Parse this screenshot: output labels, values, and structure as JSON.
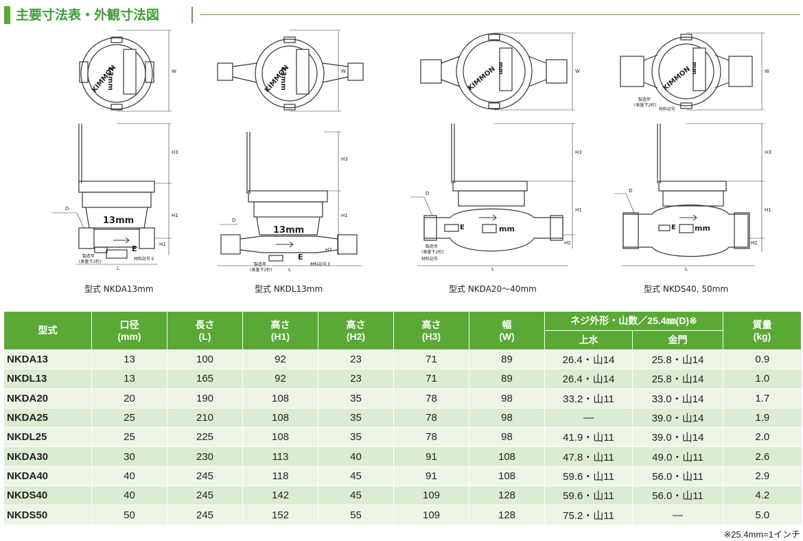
{
  "section": {
    "title": "主要寸法表・外観寸法図"
  },
  "drawings": [
    {
      "id": "nkda13",
      "caption": "型式 NKDA13mm",
      "top_logo": "KIMMON",
      "top_size": "13mm",
      "front_size": "13mm",
      "letter_e": "E",
      "dim_w": "W",
      "dim_h1": "H1",
      "dim_h2": "H2",
      "dim_h3": "H3",
      "dim_l": "L",
      "dim_d": "D",
      "note_year": "製造年",
      "note_year_sub": "(表量下2桁)",
      "note_material": "材料記号 E"
    },
    {
      "id": "nkdl13",
      "caption": "型式 NKDL13mm",
      "top_logo": "KIMMON",
      "top_size": "13mm",
      "front_size": "13mm",
      "letter_e": "E",
      "dim_w": "W",
      "dim_h1": "H1",
      "dim_h2": "H2",
      "dim_h3": "H3",
      "dim_l": "L",
      "dim_d": "D",
      "note_year": "製造年",
      "note_year_sub": "(表量下2桁)",
      "note_material": "材料記号 E"
    },
    {
      "id": "nkda20-40",
      "caption": "型式 NKDA20～40mm",
      "top_logo": "KIMMON",
      "top_size": "mm",
      "front_size": "mm",
      "letter_e": "E",
      "dim_w": "W",
      "dim_h1": "H1",
      "dim_h2": "H2",
      "dim_h3": "H3",
      "dim_l": "L",
      "dim_d": "D",
      "note_year": "製造年",
      "note_year_sub": "(表量下2桁)",
      "note_material": "材料記号"
    },
    {
      "id": "nkds40-50",
      "caption": "型式 NKDS40, 50mm",
      "top_logo": "KIMMON",
      "top_size": "mm",
      "front_size": "mm",
      "letter_e": "E",
      "dim_w": "W",
      "dim_h1": "H1",
      "dim_h2": "H2",
      "dim_h3": "H3",
      "dim_l": "L",
      "dim_d": "D",
      "note_year": "製造年",
      "note_year_sub": "(表量下2桁)",
      "note_material": "材料記号"
    }
  ],
  "table": {
    "headers": {
      "model": "型式",
      "bore": [
        "口径",
        "(mm)"
      ],
      "length": [
        "長さ",
        "(L)"
      ],
      "h1": [
        "高さ",
        "(H1)"
      ],
      "h2": [
        "高さ",
        "(H2)"
      ],
      "h3": [
        "高さ",
        "(H3)"
      ],
      "width": [
        "幅",
        "(W)"
      ],
      "thread_group": "ネジ外形・山数／25.4㎜(D)※",
      "thread_upper": "上水",
      "thread_gate": "金門",
      "mass": [
        "質量",
        "(kg)"
      ]
    },
    "rows": [
      [
        "NKDA13",
        "13",
        "100",
        "92",
        "23",
        "71",
        "89",
        "26.4・山14",
        "25.8・山14",
        "0.9"
      ],
      [
        "NKDL13",
        "13",
        "165",
        "92",
        "23",
        "71",
        "89",
        "26.4・山14",
        "25.8・山14",
        "1.0"
      ],
      [
        "NKDA20",
        "20",
        "190",
        "108",
        "35",
        "78",
        "98",
        "33.2・山11",
        "33.0・山14",
        "1.7"
      ],
      [
        "NKDA25",
        "25",
        "210",
        "108",
        "35",
        "78",
        "98",
        "―",
        "39.0・山14",
        "1.9"
      ],
      [
        "NKDL25",
        "25",
        "225",
        "108",
        "35",
        "78",
        "98",
        "41.9・山11",
        "39.0・山14",
        "2.0"
      ],
      [
        "NKDA30",
        "30",
        "230",
        "113",
        "40",
        "91",
        "108",
        "47.8・山11",
        "49.0・山11",
        "2.6"
      ],
      [
        "NKDA40",
        "40",
        "245",
        "118",
        "45",
        "91",
        "108",
        "59.6・山11",
        "56.0・山11",
        "2.9"
      ],
      [
        "NKDS40",
        "40",
        "245",
        "142",
        "45",
        "109",
        "128",
        "59.6・山11",
        "56.0・山11",
        "4.2"
      ],
      [
        "NKDS50",
        "50",
        "245",
        "152",
        "55",
        "109",
        "128",
        "75.2・山11",
        "―",
        "5.0"
      ]
    ]
  },
  "footnote": "※25.4mm=1インチ"
}
